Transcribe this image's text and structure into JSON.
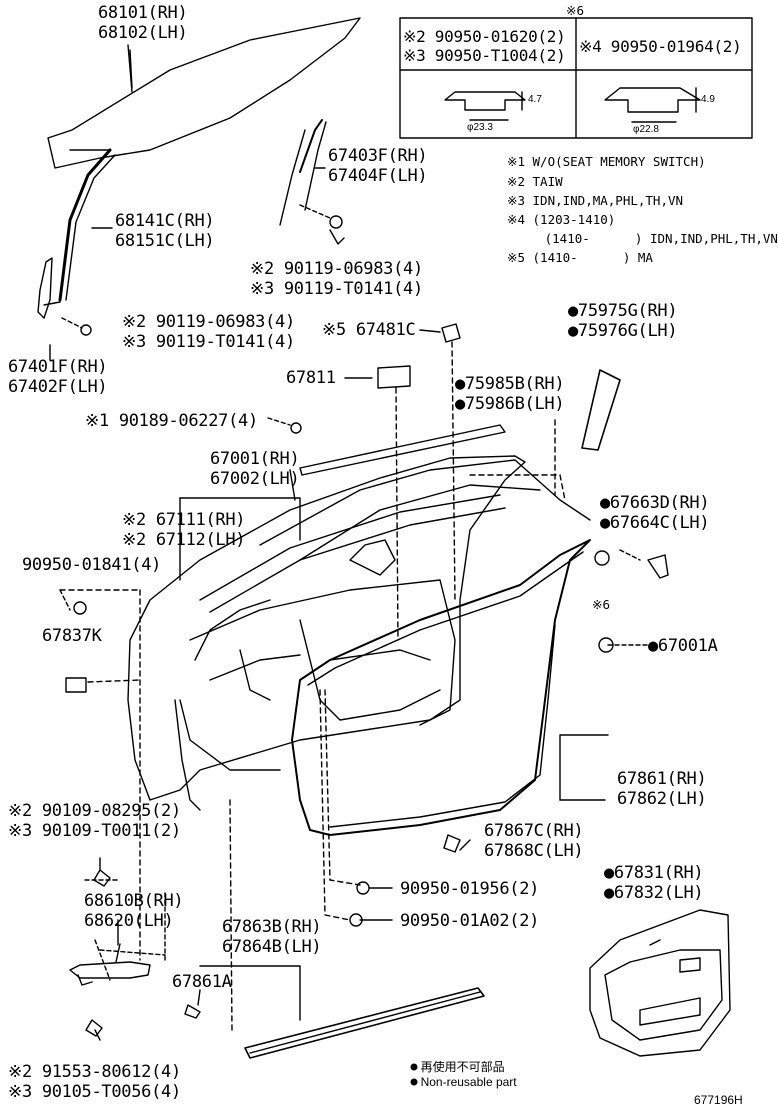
{
  "labels": {
    "p68101": "68101(RH)",
    "p68102": "68102(LH)",
    "p67403F": "67403F(RH)",
    "p67404F": "67404F(LH)",
    "p68141C": "68141C(RH)",
    "p68151C": "68151C(LH)",
    "p90119_06983_a": "※2 90119-06983(4)",
    "p90119_T0141_a": "※3 90119-T0141(4)",
    "p90119_06983_b": "※2 90119-06983(4)",
    "p90119_T0141_b": "※3 90119-T0141(4)",
    "p67401F": "67401F(RH)",
    "p67402F": "67402F(LH)",
    "p67481C": "※5 67481C",
    "p75975G": "●75975G(RH)",
    "p75976G": "●75976G(LH)",
    "p67811": "67811",
    "p75985B": "●75985B(RH)",
    "p75986B": "●75986B(LH)",
    "p90189": "※1 90189-06227(4)",
    "p67001": "67001(RH)",
    "p67002": "67002(LH)",
    "p67663D": "●67663D(RH)",
    "p67664C": "●67664C(LH)",
    "p67111": "※2 67111(RH)",
    "p67112": "※2 67112(LH)",
    "p90950_01841": "90950-01841(4)",
    "ref6": "※6",
    "p67837K": "67837K",
    "p67001A": "●67001A",
    "p67861": "67861(RH)",
    "p67862": "67862(LH)",
    "p90109_08295": "※2 90109-08295(2)",
    "p90109_T0011": "※3 90109-T0011(2)",
    "p67867C": "67867C(RH)",
    "p67868C": "67868C(LH)",
    "p68610B": "68610B(RH)",
    "p68620": "68620(LH)",
    "p90950_01956": "90950-01956(2)",
    "p67831": "●67831(RH)",
    "p67832": "●67832(LH)",
    "p90950_01A02": "90950-01A02(2)",
    "p67863B": "67863B(RH)",
    "p67864B": "67864B(LH)",
    "p67861A": "67861A",
    "p91553": "※2 91553-80612(4)",
    "p90105": "※3 90105-T0056(4)"
  },
  "inset": {
    "header": "※6",
    "left_line1": "※2 90950-01620(2)",
    "left_line2": "※3 90950-T1004(2)",
    "right_line1": "※4 90950-01964(2)",
    "dim_left_h": "4.7",
    "dim_left_d": "φ23.3",
    "dim_right_h": "4.9",
    "dim_right_d": "φ22.8"
  },
  "notes": [
    "※1 W/O(SEAT MEMORY SWITCH)",
    "※2 TAIW",
    "※3 IDN,IND,MA,PHL,TH,VN",
    "※4 (1203-1410)",
    "     (1410-      ) IDN,IND,PHL,TH,VN",
    "※5 (1410-      ) MA"
  ],
  "legend": {
    "line1": "● 再使用不可部品",
    "line2": "● Non-reusable part"
  },
  "figure_id": "677196H",
  "colors": {
    "ink": "#000000",
    "background": "#ffffff"
  }
}
